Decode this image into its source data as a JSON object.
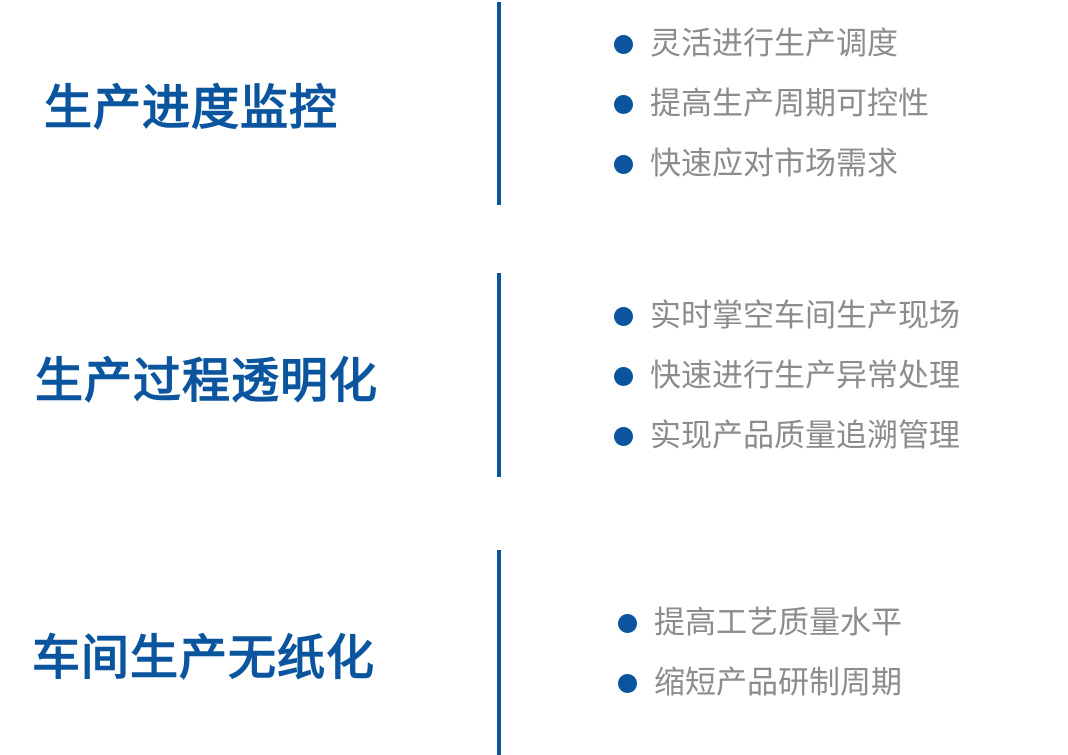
{
  "colors": {
    "accent": "#0b559f",
    "text": "#8c8c8c"
  },
  "sections": [
    {
      "title": "生产进度监控",
      "items": [
        "灵活进行生产调度",
        "提高生产周期可控性",
        "快速应对市场需求"
      ]
    },
    {
      "title": "生产过程透明化",
      "items": [
        "实时掌空车间生产现场",
        "快速进行生产异常处理",
        "实现产品质量追溯管理"
      ]
    },
    {
      "title": "车间生产无纸化",
      "items": [
        "提高工艺质量水平",
        "缩短产品研制周期"
      ]
    }
  ]
}
